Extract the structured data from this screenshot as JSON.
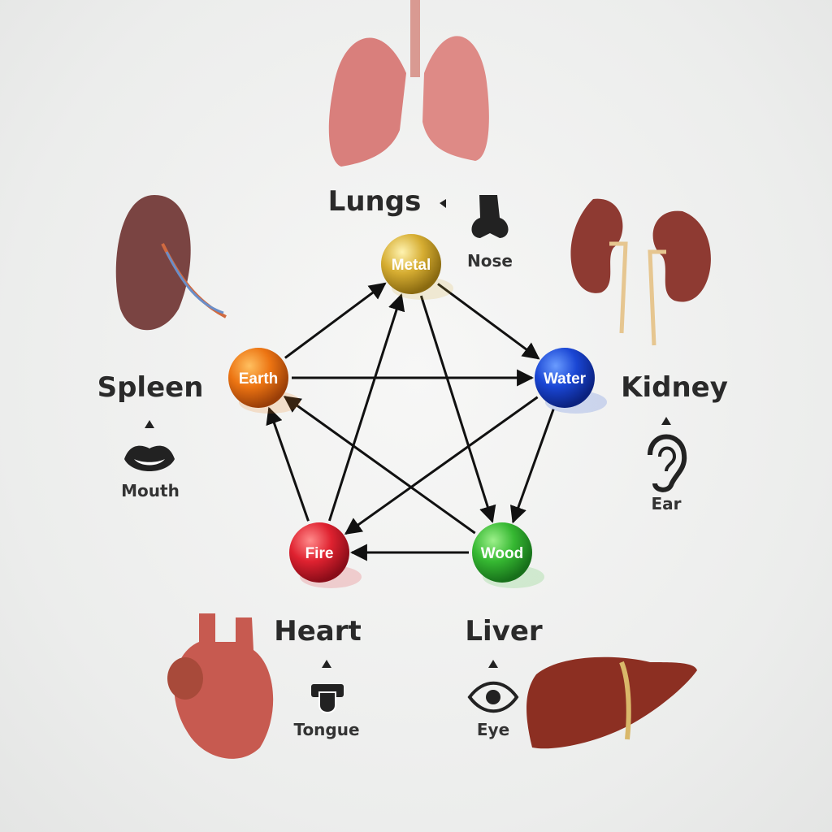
{
  "elements": [
    {
      "id": "metal",
      "label": "Metal",
      "color": "#d9b43a"
    },
    {
      "id": "water",
      "label": "Water",
      "color": "#1e4fd6"
    },
    {
      "id": "wood",
      "label": "Wood",
      "color": "#3cc23a"
    },
    {
      "id": "fire",
      "label": "Fire",
      "color": "#e3242f"
    },
    {
      "id": "earth",
      "label": "Earth",
      "color": "#ee7a12"
    }
  ],
  "generating_cycle": [
    [
      "metal",
      "water"
    ],
    [
      "water",
      "wood"
    ],
    [
      "wood",
      "fire"
    ],
    [
      "fire",
      "earth"
    ],
    [
      "earth",
      "metal"
    ]
  ],
  "controlling_cycle": [
    [
      "earth",
      "water"
    ],
    [
      "water",
      "fire"
    ],
    [
      "fire",
      "metal"
    ],
    [
      "metal",
      "wood"
    ],
    [
      "wood",
      "earth"
    ]
  ],
  "organs": {
    "lungs": {
      "name": "Lungs",
      "sense": "Nose"
    },
    "kidney": {
      "name": "Kidney",
      "sense": "Ear"
    },
    "liver": {
      "name": "Liver",
      "sense": "Eye"
    },
    "heart": {
      "name": "Heart",
      "sense": "Tongue"
    },
    "spleen": {
      "name": "Spleen",
      "sense": "Mouth"
    }
  }
}
